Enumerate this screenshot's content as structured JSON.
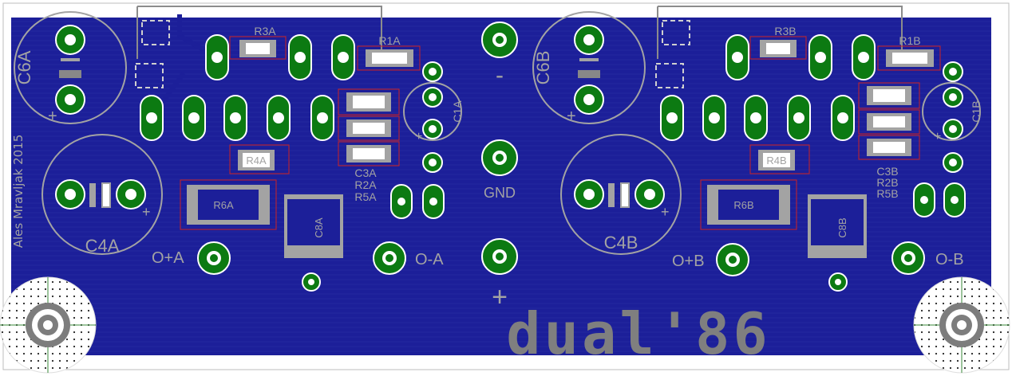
{
  "board": {
    "author_credit": "Ales Mravljak 2015",
    "logo_text": "dual'86",
    "colors": {
      "copper": "#1c1f99",
      "pad": "#0c7a12",
      "silkscreen": "#a3a3a3",
      "outline": "#8c8c8c",
      "body": "#cc2222"
    }
  },
  "channel_a": {
    "c6": "C6A",
    "c4": "C4A",
    "c1": "C1A",
    "r1": "R1A",
    "r3": "R3A",
    "r4": "R4A",
    "r6": "R6A",
    "c8": "C8A",
    "c3": "C3A",
    "r2": "R2A",
    "r5": "R5A",
    "out_pos": "O+A",
    "out_neg": "O-A"
  },
  "channel_b": {
    "c6": "C6B",
    "c4": "C4B",
    "c1": "C1B",
    "r1": "R1B",
    "r3": "R3B",
    "r4": "R4B",
    "r6": "R6B",
    "c8": "C8B",
    "c3": "C3B",
    "r2": "R2B",
    "r5": "R5B",
    "out_pos": "O+B",
    "out_neg": "O-B"
  },
  "power": {
    "neg": "-",
    "gnd": "GND",
    "pos": "+"
  },
  "polarity": {
    "plus": "+"
  }
}
